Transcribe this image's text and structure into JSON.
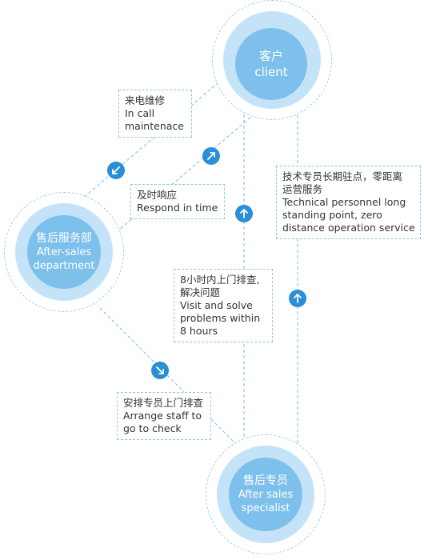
{
  "nodes": {
    "client": {
      "zh": "客户",
      "en": "client"
    },
    "after_sales_department": {
      "zh": "售后服务部",
      "en_lines": [
        "After-sales",
        "department"
      ]
    },
    "after_sales_specialist": {
      "zh": "售后专员",
      "en_lines": [
        "After sales",
        "specialist"
      ]
    }
  },
  "notes": {
    "in_call": {
      "lines": [
        "来电维修",
        "In call",
        "maintenace"
      ]
    },
    "respond": {
      "lines": [
        "及时响应",
        "Respond in time"
      ]
    },
    "technical": {
      "lines": [
        "技术专员长期驻点，零距离",
        "运营服务",
        "Technical personnel long",
        "standing point, zero",
        "distance operation service"
      ]
    },
    "visit": {
      "lines": [
        "8小时内上门排查,",
        "解决问题",
        "Visit and solve",
        "problems within",
        "8 hours"
      ]
    },
    "arrange": {
      "lines": [
        "安排专员上门排查",
        "Arrange staff to",
        "go to check"
      ]
    }
  },
  "arrows": {
    "client_to_department": "arrow-down-left-icon",
    "department_to_client": "arrow-up-right-icon",
    "specialist_to_client_center": "arrow-up-icon",
    "specialist_to_client_right": "arrow-up-icon",
    "department_to_specialist": "arrow-down-right-icon"
  },
  "colors": {
    "core": "#7ec0ec",
    "halo": "#c4e3f8",
    "ring": "#9ecfee",
    "arrow": "#2a8fd6",
    "line": "#8cc6ec"
  }
}
